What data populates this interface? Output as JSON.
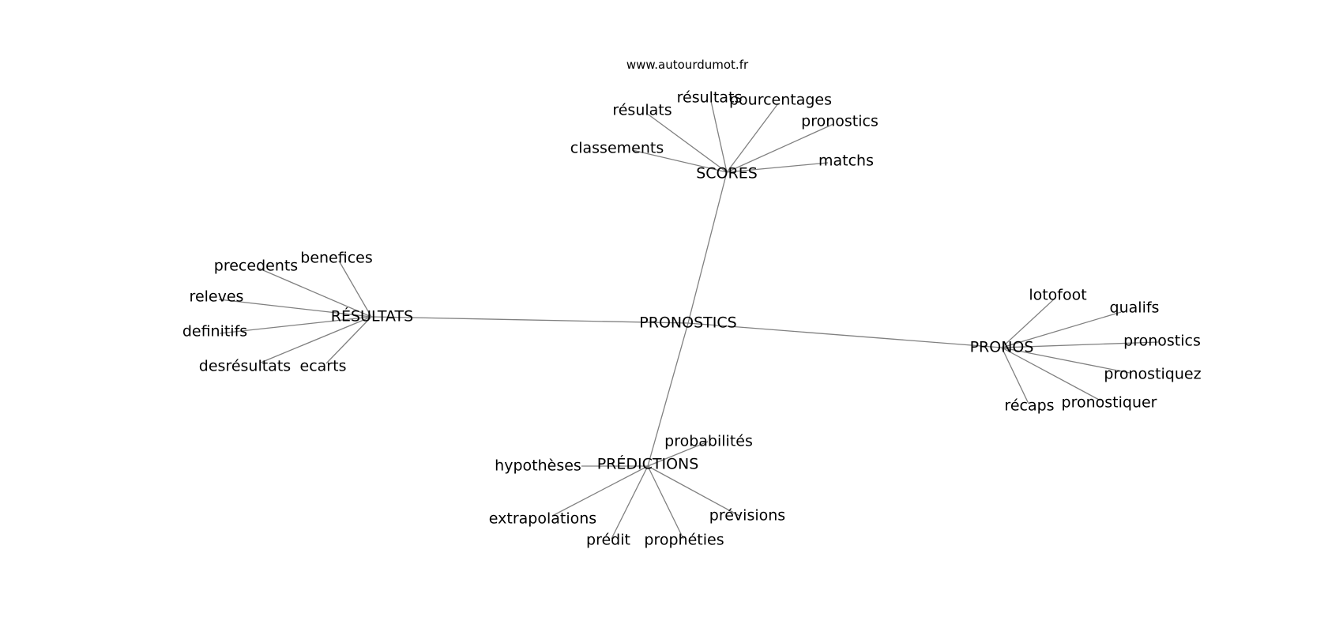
{
  "watermark": "www.autourdumot.fr",
  "colors": {
    "edge": "#808080",
    "text": "#000000",
    "background": "#ffffff"
  },
  "graph": {
    "center": {
      "label": "PRONOSTICS"
    },
    "hubs": [
      {
        "label": "SCORES",
        "leaves": [
          "classements",
          "résulats",
          "résultats",
          "pourcentages",
          "pronostics",
          "matchs"
        ]
      },
      {
        "label": "RÉSULTATS",
        "leaves": [
          "precedents",
          "benefices",
          "releves",
          "definitifs",
          "desrésultats",
          "ecarts"
        ]
      },
      {
        "label": "PRONOS",
        "leaves": [
          "lotofoot",
          "qualifs",
          "pronostics",
          "pronostiquez",
          "pronostiquer",
          "récaps"
        ]
      },
      {
        "label": "PRÉDICTIONS",
        "leaves": [
          "probabilités",
          "hypothèses",
          "extrapolations",
          "prédit",
          "prophéties",
          "prévisions"
        ]
      }
    ]
  }
}
